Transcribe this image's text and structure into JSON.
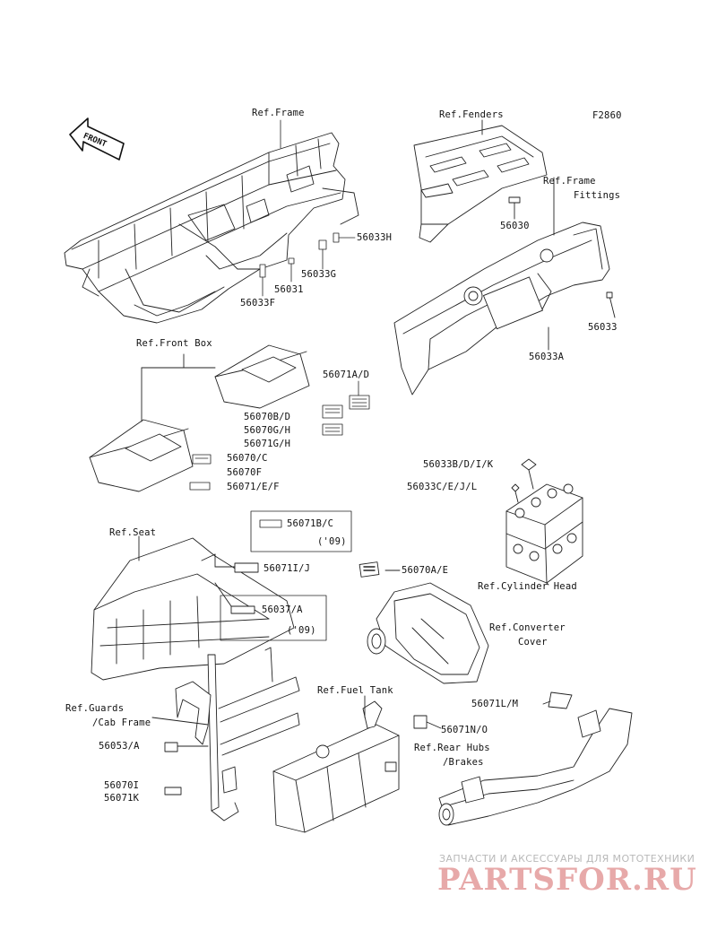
{
  "diagram_code": "F2860",
  "front_arrow": "FRONT",
  "refs": {
    "frame": "Ref.Frame",
    "fenders": "Ref.Fenders",
    "frame_fittings_1": "Ref.Frame",
    "frame_fittings_2": "Fittings",
    "front_box": "Ref.Front Box",
    "seat": "Ref.Seat",
    "cylinder_head": "Ref.Cylinder Head",
    "converter_cover_1": "Ref.Converter",
    "converter_cover_2": "Cover",
    "guards_1": "Ref.Guards",
    "guards_2": "/Cab Frame",
    "fuel_tank": "Ref.Fuel Tank",
    "rear_hubs_1": "Ref.Rear Hubs",
    "rear_hubs_2": "/Brakes"
  },
  "parts": {
    "p56033H": "56033H",
    "p56033G": "56033G",
    "p56031": "56031",
    "p56033F": "56033F",
    "p56030": "56030",
    "p56033": "56033",
    "p56033A": "56033A",
    "p56071AD": "56071A/D",
    "p56070BD": "56070B/D",
    "p56070GH": "56070G/H",
    "p56071GH": "56071G/H",
    "p56070C": "56070/C",
    "p56070F": "56070F",
    "p56071EF": "56071/E/F",
    "p56033BDIK": "56033B/D/I/K",
    "p56033CEJL": "56033C/E/J/L",
    "p56071BC": "56071B/C",
    "p09a": "('09)",
    "p56071IJ": "56071I/J",
    "p56070AE": "56070A/E",
    "p56037A": "56037/A",
    "p09b": "('09)",
    "p56071LM": "56071L/M",
    "p56071NO": "56071N/O",
    "p56053A": "56053/A",
    "p56070I": "56070I",
    "p56071K": "56071K"
  },
  "watermark": {
    "top": "ЗАПЧАСТИ И АКСЕССУАРЫ ДЛЯ МОТОТЕХНИКИ",
    "logo": "PARTSFOR.RU"
  }
}
